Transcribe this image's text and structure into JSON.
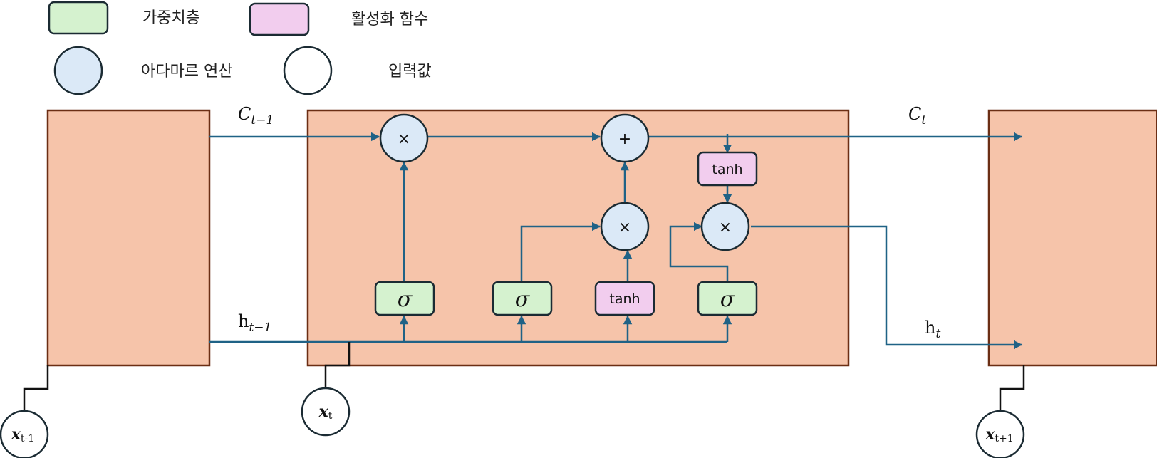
{
  "legend": {
    "weight_layer": "가중치층",
    "activation": "활성화 함수",
    "hadamard": "아다마르 연산",
    "input_value": "입력값"
  },
  "labels": {
    "c_prev_main": "C",
    "c_prev_sub": "t−1",
    "c_t_main": "C",
    "c_t_sub": "t",
    "h_prev_main": "h",
    "h_prev_sub": "t−1",
    "h_t_main": "h",
    "h_t_sub": "t"
  },
  "gates": {
    "forget": "σ",
    "input": "σ",
    "candidate": "tanh",
    "output": "σ",
    "cell_tanh": "tanh"
  },
  "ops": {
    "forget_mult": "×",
    "add": "+",
    "input_mult": "×",
    "output_mult": "×"
  },
  "inputs": {
    "x_prev_main": "x",
    "x_prev_sub": "t-1",
    "x_t_main": "x",
    "x_t_sub": "t",
    "x_next_main": "x",
    "x_next_sub": "t+1"
  },
  "colors": {
    "cell_fill": "#f6c4aa",
    "cell_stroke": "#6b2e14",
    "weight_fill": "#d5f2cf",
    "activation_fill": "#f2cdee",
    "hadamard_fill": "#dbe9f7",
    "flow_line": "#1f6286"
  }
}
